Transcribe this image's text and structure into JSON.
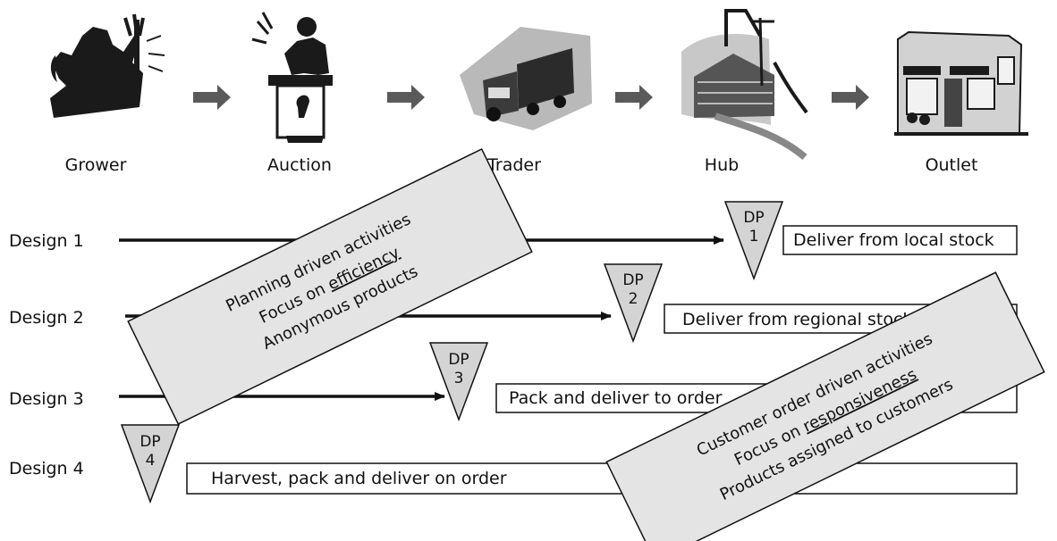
{
  "stages": [
    {
      "label": "Grower",
      "icon": "farmer-icon"
    },
    {
      "label": "Auction",
      "icon": "auctioneer-icon"
    },
    {
      "label": "Trader",
      "icon": "truck-icon"
    },
    {
      "label": "Hub",
      "icon": "warehouse-icon"
    },
    {
      "label": "Outlet",
      "icon": "shop-icon"
    }
  ],
  "designs": [
    {
      "label": "Design 1",
      "dp_line1": "DP",
      "dp_line2": "1",
      "action": "Deliver from local stock"
    },
    {
      "label": "Design 2",
      "dp_line1": "DP",
      "dp_line2": "2",
      "action": "Deliver from regional stock"
    },
    {
      "label": "Design 3",
      "dp_line1": "DP",
      "dp_line2": "3",
      "action": "Pack and deliver to order"
    },
    {
      "label": "Design 4",
      "dp_line1": "DP",
      "dp_line2": "4",
      "action": "Harvest, pack and deliver on order"
    }
  ],
  "planning_note": {
    "line1": "Planning driven activities",
    "line2_prefix": "Focus on ",
    "line2_emph": "efficiency",
    "line3": "Anonymous products"
  },
  "customer_note": {
    "line1": "Customer order driven activities",
    "line2_prefix": "Focus on ",
    "line2_emph": "responsiveness",
    "line3": "Products assigned to customers"
  },
  "colors": {
    "arrow_fill": "#5a5a5a",
    "note_fill": "#e4e4e4",
    "dp_fill": "#d4d4d4",
    "stroke": "#111111"
  }
}
